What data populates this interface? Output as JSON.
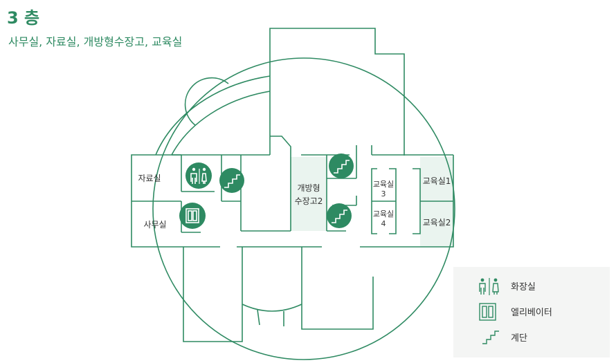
{
  "title": "3 층",
  "subtitle": "사무실, 자료실, 개방형수장고, 교육실",
  "colors": {
    "accent": "#2e8a62",
    "highlight": "#eaf4ef",
    "legend_bg": "#f4f5f4",
    "text": "#333333"
  },
  "rooms": {
    "archive": "자료실",
    "office": "사무실",
    "storage_line1": "개방형",
    "storage_line2": "수장고2",
    "edu3_line1": "교육실",
    "edu3_line2": "3",
    "edu4_line1": "교육실",
    "edu4_line2": "4",
    "edu1": "교육실1",
    "edu2": "교육실2"
  },
  "legend": {
    "restroom": {
      "icon": "restroom-icon",
      "label": "화장실"
    },
    "elevator": {
      "icon": "elevator-icon",
      "label": "엘리베이터"
    },
    "stairs": {
      "icon": "stairs-icon",
      "label": "계단"
    }
  }
}
